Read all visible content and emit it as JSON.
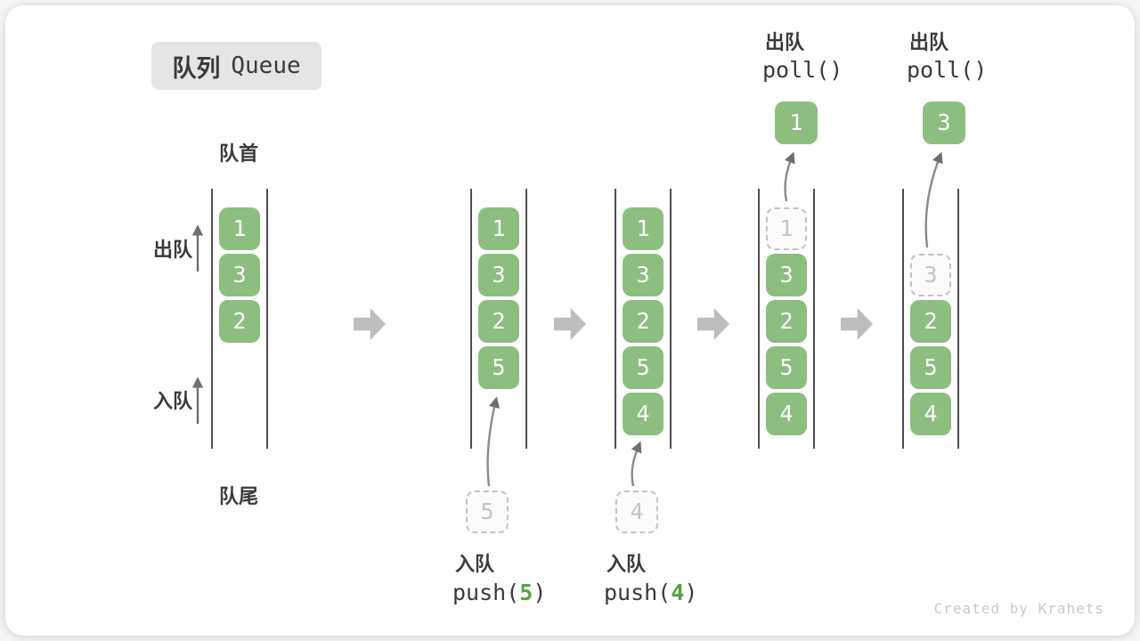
{
  "title": {
    "zh": "队列",
    "en": "Queue"
  },
  "labels": {
    "front": "队首",
    "rear": "队尾",
    "dequeue": "出队",
    "enqueue": "入队"
  },
  "stages": [
    {
      "cells": [
        "1",
        "3",
        "2"
      ]
    },
    {
      "cells": [
        "1",
        "3",
        "2",
        "5"
      ],
      "pending": "5"
    },
    {
      "cells": [
        "1",
        "3",
        "2",
        "5",
        "4"
      ],
      "pending": "4"
    },
    {
      "cells": [
        "1",
        "3",
        "2",
        "5",
        "4"
      ],
      "polled": "1"
    },
    {
      "cells": [
        "3",
        "2",
        "5",
        "4"
      ],
      "polled": "3"
    }
  ],
  "captions": {
    "push5": {
      "zh": "入队",
      "pre": "push(",
      "arg": "5",
      "post": ")"
    },
    "push4": {
      "zh": "入队",
      "pre": "push(",
      "arg": "4",
      "post": ")"
    },
    "poll1": {
      "zh": "出队",
      "code": "poll()"
    },
    "poll2": {
      "zh": "出队",
      "code": "poll()"
    }
  },
  "watermark": "Created by Krahets",
  "colors": {
    "cell_green": "#8cbe80",
    "code_green": "#55a344",
    "rail_dark": "#4f4f4f",
    "block_arrow_gray": "#bebebe",
    "thin_arrow_gray": "#6e6e6e",
    "dashed_gray": "#c3c3c3",
    "text_dark": "#3a3a3a",
    "badge_bg": "#e5e5e5",
    "watermark_gray": "#c9c9c9"
  }
}
